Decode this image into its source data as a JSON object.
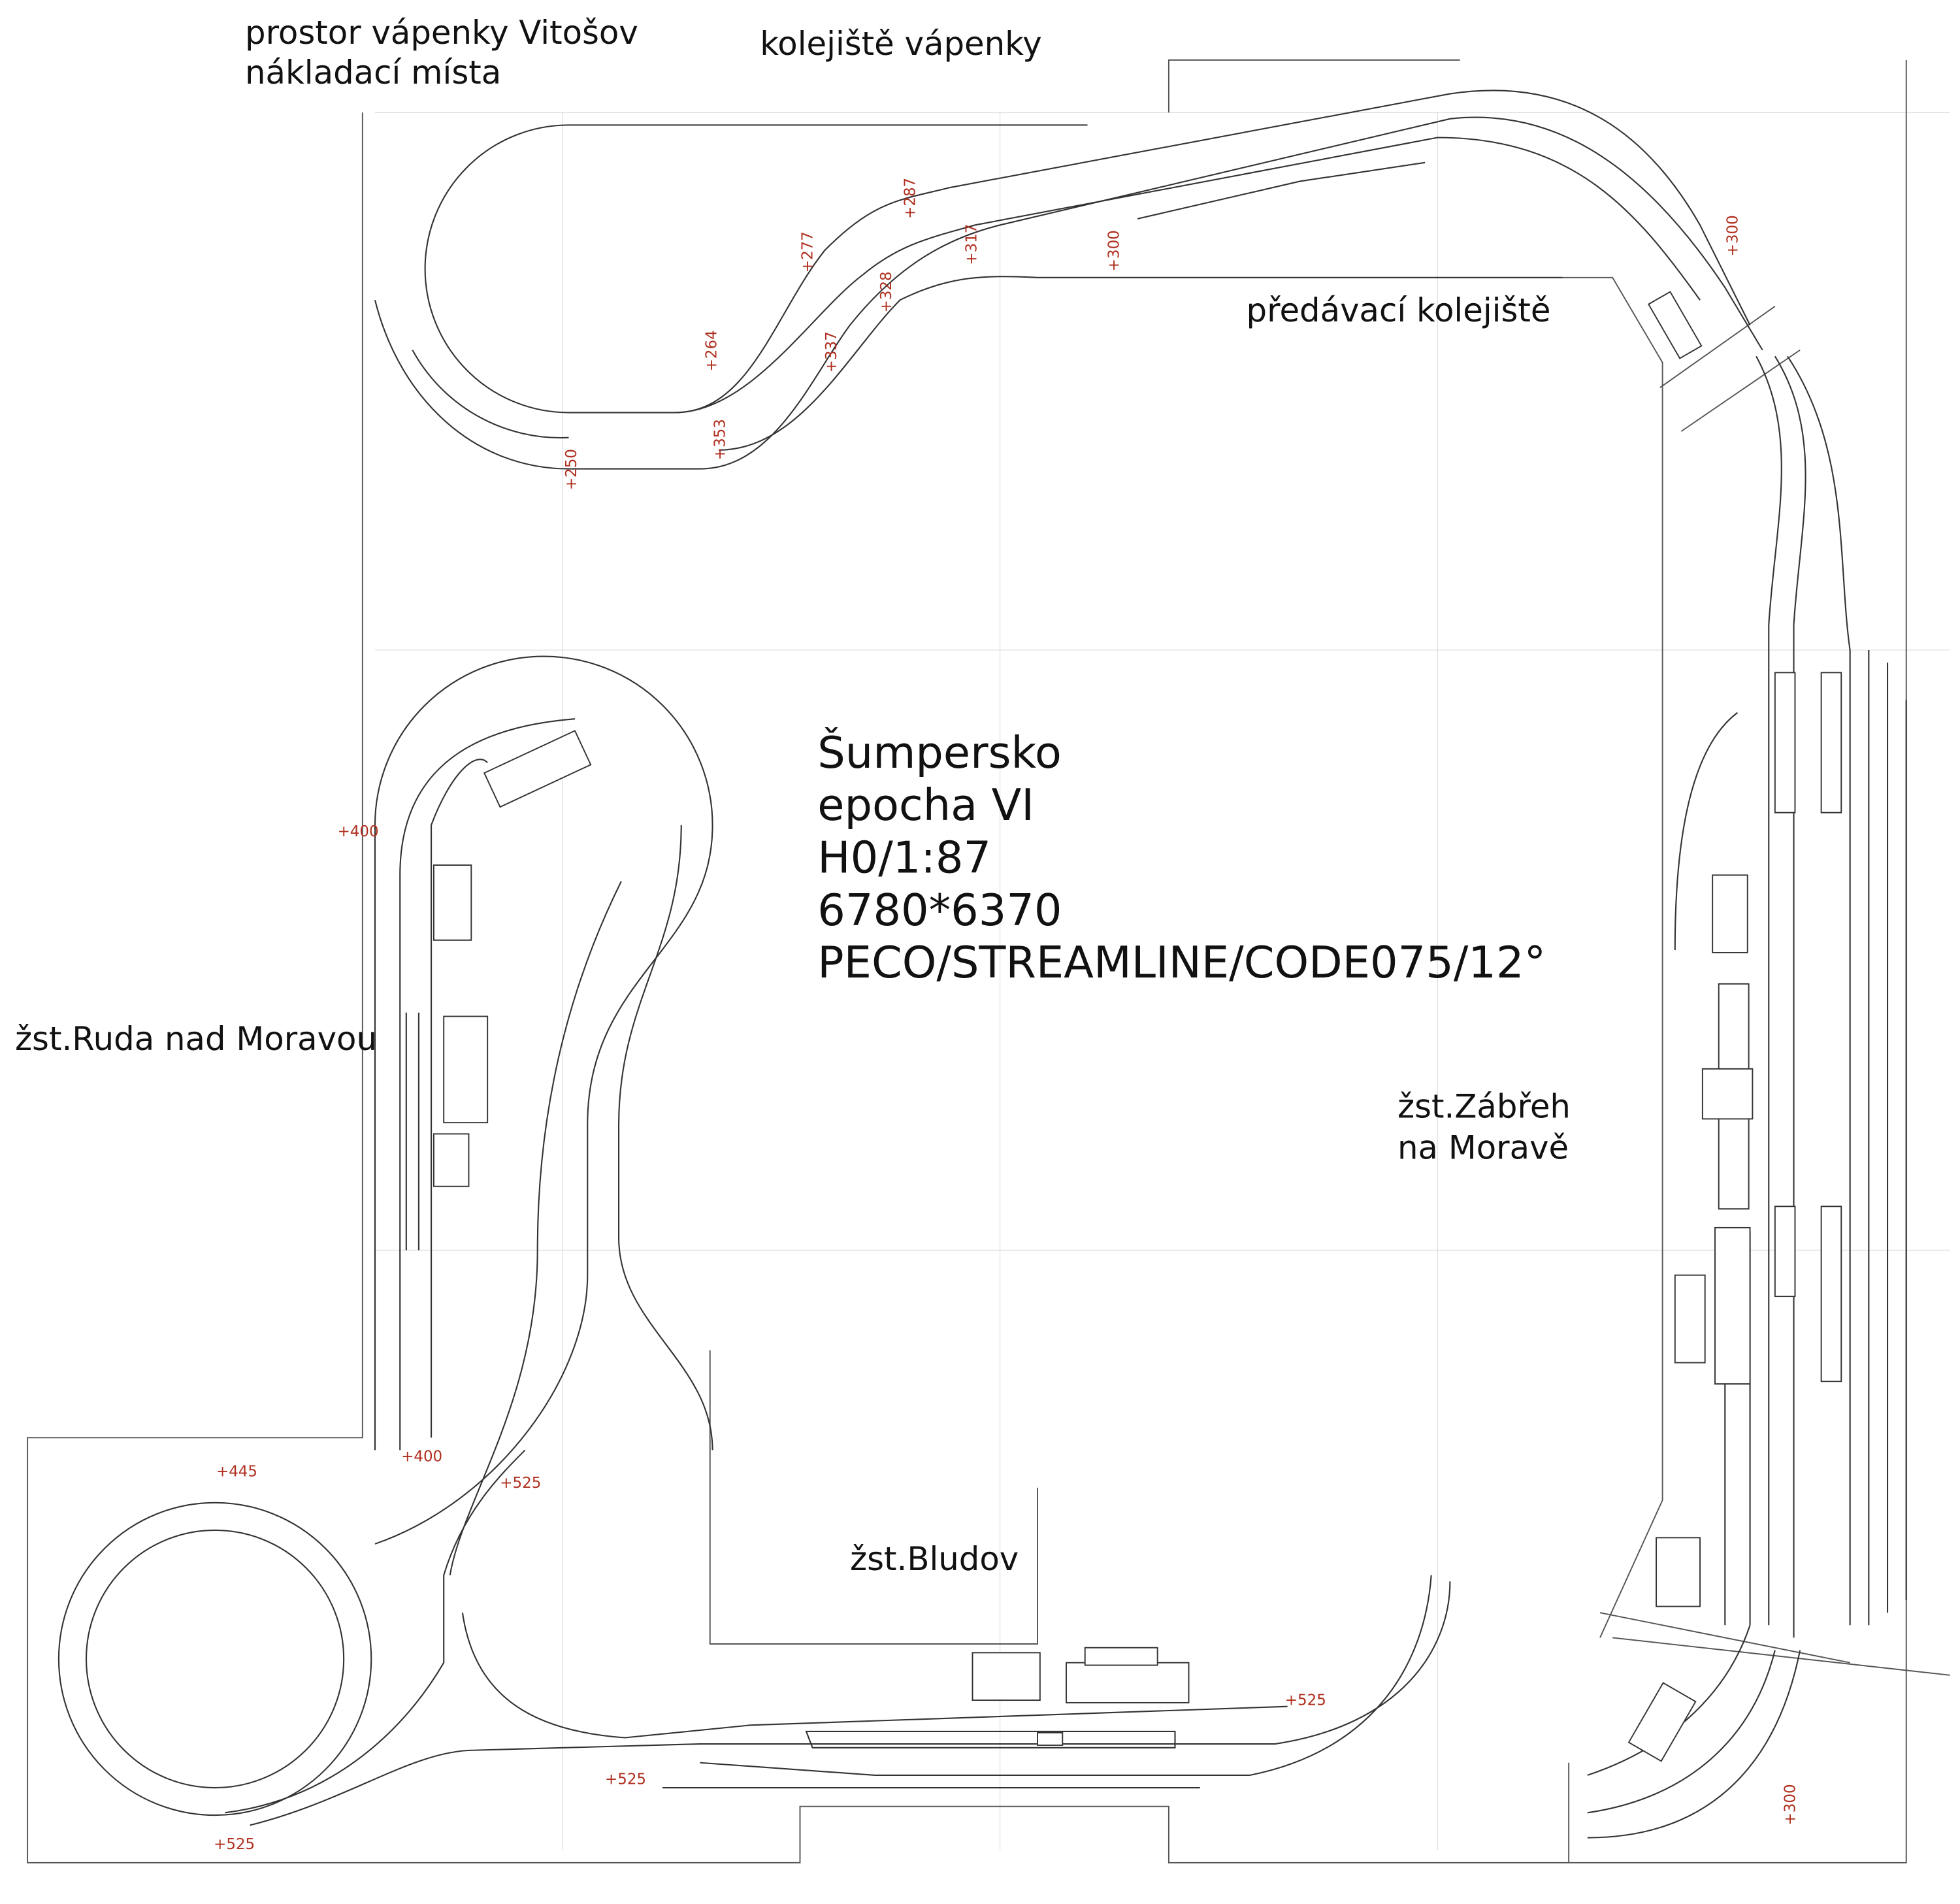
{
  "labels": {
    "vapenka_area_1": "prostor vápenky Vitošov",
    "vapenka_area_2": "nákladací místa",
    "vapenka_yard": "kolejiště vápenky",
    "exchange_yard": "předávací kolejiště",
    "ruda": "žst.Ruda nad Moravou",
    "zabreh_1": "žst.Zábřeh",
    "zabreh_2": "na Moravě",
    "bludov": "žst.Bludov"
  },
  "title_block": {
    "line1": "Šumpersko",
    "line2": "epocha VI",
    "line3": "H0/1:87",
    "line4": "6780*6370",
    "line5": "PECO/STREAMLINE/CODE075/12°"
  },
  "elevations": {
    "e250": "+250",
    "e264": "+264",
    "e277": "+277",
    "e287": "+287",
    "e317": "+317",
    "e328": "+328",
    "e337": "+337",
    "e353": "+353",
    "e300a": "+300",
    "e300b": "+300",
    "e300c": "+300",
    "e400a": "+400",
    "e400b": "+400",
    "e445": "+445",
    "e525a": "+525",
    "e525b": "+525",
    "e525c": "+525",
    "e525d": "+525"
  },
  "colors": {
    "elevation": "#b03020",
    "track": "#333333"
  }
}
